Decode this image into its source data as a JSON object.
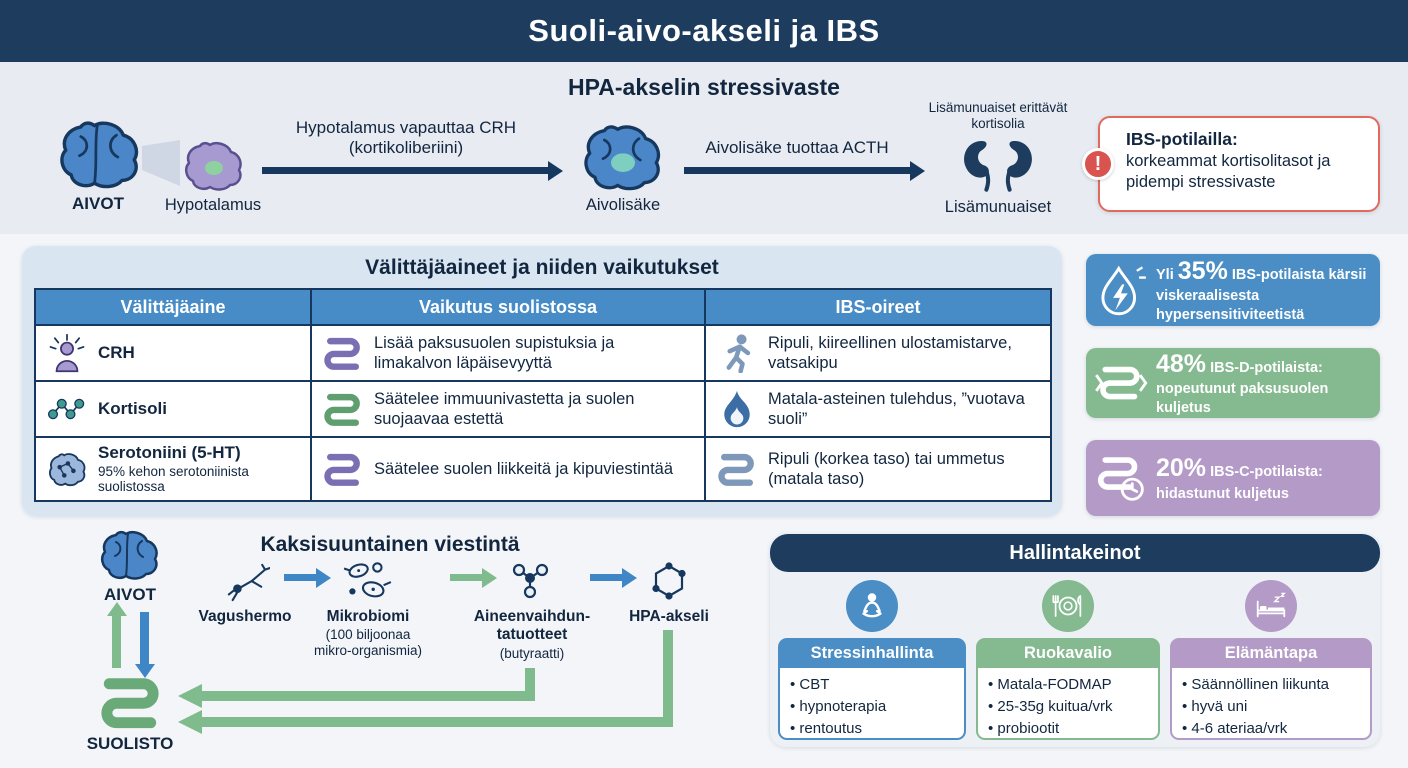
{
  "title": "Suoli-aivo-akseli ja IBS",
  "colors": {
    "banner_navy": "#1d3c5e",
    "line_navy": "#16385e",
    "accent_blue": "#4a8ec5",
    "accent_green": "#85b98f",
    "accent_purple": "#b49ac7",
    "alert_red": "#d9534f",
    "panel_blue": "#d9e6f2",
    "section_bg": "#e8ecf2",
    "arrow_blue": "#3f86c6",
    "arrow_green": "#7fbb8c"
  },
  "icons": {
    "brain": "svg-brain-blob",
    "hypothalamus": "svg-brain-purple-center",
    "pituitary": "svg-brain-teal-center",
    "kidneys": "svg-kidney-pair",
    "alert": "exclamation-circle",
    "person_stress": "svg-person-rays",
    "intestine": "svg-gut-tube",
    "runner": "svg-running-person",
    "molecule": "svg-molecule-chain",
    "shield_gut": "svg-gut-green",
    "flame": "svg-flame",
    "brain_serotonin": "svg-brain-dots",
    "drop_lightning": "svg-drop-bolt",
    "gut_fast": "svg-gut-chevrons",
    "gut_clock": "svg-gut-clock",
    "neuron": "svg-neuron",
    "microbes": "svg-microbes",
    "metabolites": "svg-molecule-cluster",
    "hpa_molecule": "svg-hexagon-molecule",
    "meditation": "svg-meditation-person",
    "diet_plate": "svg-plate-utensils",
    "bed_sleep": "svg-bed-zz"
  },
  "hpa": {
    "heading": "HPA-akselin stressivaste",
    "brain_label": "AIVOT",
    "hypothalamus_label": "Hypotalamus",
    "arrow1_label": "Hypotalamus vapauttaa CRH (kortikoliberiini)",
    "pituitary_label": "Aivolisäke",
    "arrow2_label": "Aivolisäke tuottaa ACTH",
    "adrenal_top_label": "Lisämunuaiset erittävät kortisolia",
    "adrenal_label": "Lisämunuaiset",
    "alert_glyph": "!",
    "callout_title": "IBS-potilailla:",
    "callout_text": "korkeammat kortisolitasot ja pidempi stressivaste"
  },
  "mediators": {
    "heading": "Välittäjäaineet ja niiden vaikutukset",
    "col_headers": [
      "Välittäjäaine",
      "Vaikutus suolistossa",
      "IBS-oireet"
    ],
    "rows": [
      {
        "name": "CRH",
        "sub": "",
        "effect": "Lisää paksusuolen supistuksia ja limakalvon läpäisevyyttä",
        "symptoms": "Ripuli, kiireellinen ulostamistarve, vatsakipu"
      },
      {
        "name": "Kortisoli",
        "sub": "",
        "effect": "Säätelee immuunivastetta ja suolen suojaavaa estettä",
        "symptoms": "Matala-asteinen tulehdus, ”vuotava suoli”"
      },
      {
        "name": "Serotoniini (5-HT)",
        "sub": "95% kehon serotoniinista suolistossa",
        "effect": "Säätelee suolen liikkeitä ja kipuviestintää",
        "symptoms": "Ripuli (korkea taso) tai ummetus (matala taso)"
      }
    ]
  },
  "stats": [
    {
      "prefix": "Yli ",
      "value": "35%",
      "text": "IBS-potilaista kärsii viskeraalisesta hypersensitiviteetistä",
      "color": "#4a8ec5"
    },
    {
      "prefix": "",
      "value": "48%",
      "text": "IBS-D-potilaista: nopeutunut paksusuolen kuljetus",
      "color": "#85b98f"
    },
    {
      "prefix": "",
      "value": "20%",
      "text": "IBS-C-potilaista: hidastunut kuljetus",
      "color": "#b49ac7"
    }
  ],
  "communication": {
    "heading": "Kaksisuuntainen viestintä",
    "brain_label": "AIVOT",
    "gut_label": "SUOLISTO",
    "node1_label": "Vagushermo",
    "node2_label": "Mikrobiomi",
    "node2_sub": "(100 biljoonaa mikro-organismia)",
    "node3_label": "Aineenvaihdun-tatuotteet",
    "node3_sub": "(butyraatti)",
    "node4_label": "HPA-akseli"
  },
  "management": {
    "heading": "Hallintakeinot",
    "columns": [
      {
        "label": "Stressinhallinta",
        "color": "#4a8ec5",
        "items": [
          "CBT",
          "hypnoterapia",
          "rentoutus"
        ]
      },
      {
        "label": "Ruokavalio",
        "color": "#85b98f",
        "items": [
          "Matala-FODMAP",
          "25-35g kuitua/vrk",
          "probiootit"
        ]
      },
      {
        "label": "Elämäntapa",
        "color": "#b49ac7",
        "items": [
          "Säännöllinen liikunta",
          "hyvä uni",
          "4-6 ateriaa/vrk"
        ]
      }
    ]
  }
}
